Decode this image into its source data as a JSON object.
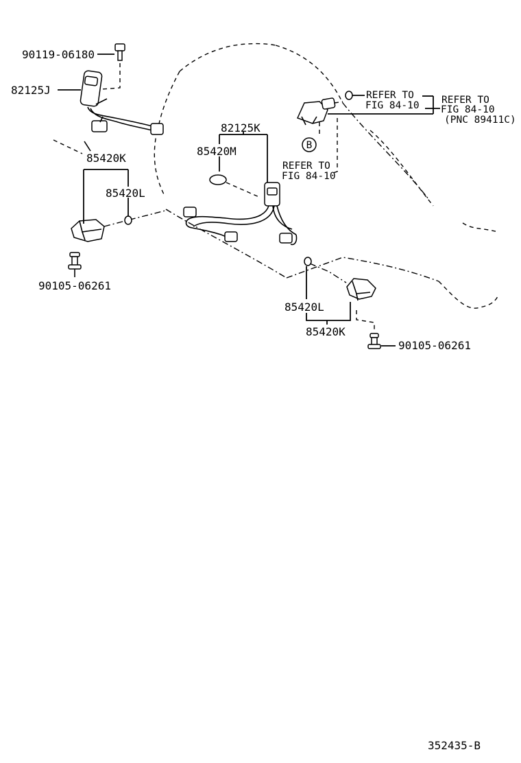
{
  "labels": {
    "p_90119": "90119-06180",
    "p_82125J": "82125J",
    "p_82125K": "82125K",
    "p_85420M": "85420M",
    "p_85420K_left": "85420K",
    "p_85420L_left": "85420L",
    "p_90105_left": "90105-06261",
    "p_85420L_right": "85420L",
    "p_85420K_right": "85420K",
    "p_90105_right": "90105-06261",
    "refer1_line1": "REFER TO",
    "refer1_line2": "FIG 84-10",
    "refer2_line1": "REFER TO",
    "refer2_line2": "FIG 84-10",
    "refer2_line3": "(PNC 89411C)",
    "refer3_line1": "REFER TO",
    "refer3_line2": "FIG 84-10",
    "callout_b": "B",
    "figure_code": "352435-B"
  }
}
